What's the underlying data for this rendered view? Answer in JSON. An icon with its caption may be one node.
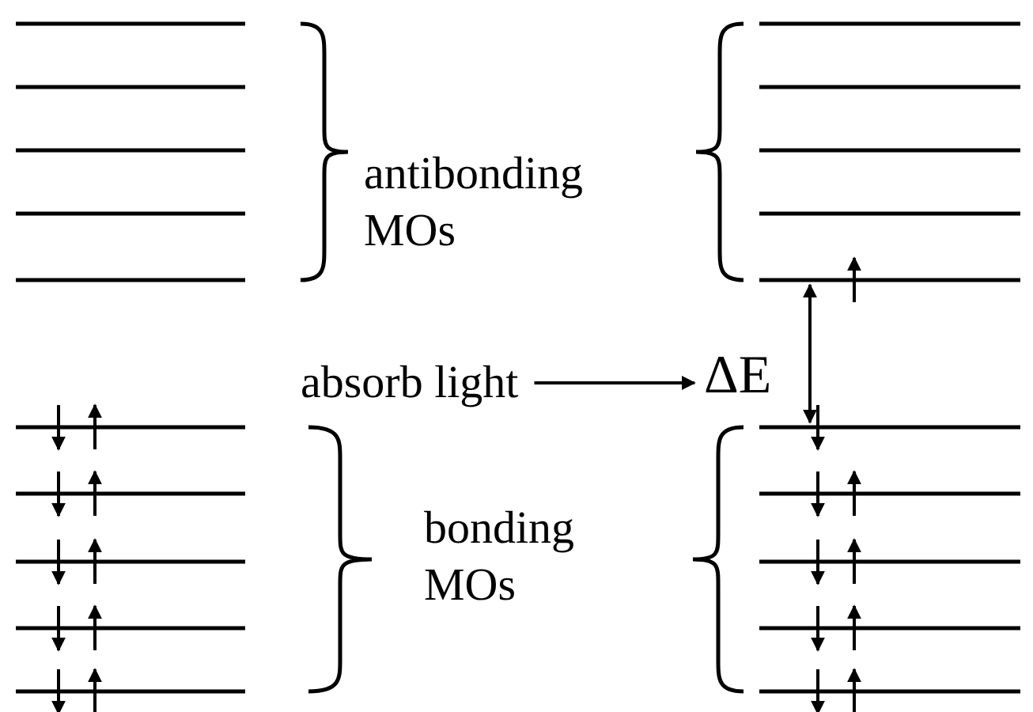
{
  "diagram": {
    "nodes": [
      {
        "text": [
          "absorb light"
        ]
      },
      {
        "text": [
          "ΔE"
        ]
      }
    ],
    "edges": [
      {
        "from": 0,
        "to": 1,
        "arrow": "to"
      }
    ],
    "labels": [
      "antibonding MOs",
      "bonding MOs"
    ]
  }
}
